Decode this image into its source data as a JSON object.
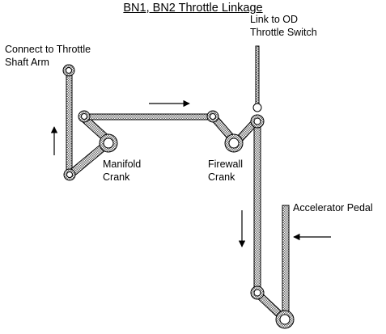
{
  "title": "BN1, BN2 Throttle Linkage",
  "labels": {
    "connect_line1": "Connect to Throttle",
    "connect_line2": "Shaft Arm",
    "link_od_line1": "Link to OD",
    "link_od_line2": "Throttle Switch",
    "manifold_line1": "Manifold",
    "manifold_line2": "Crank",
    "firewall_line1": "Firewall",
    "firewall_line2": "Crank",
    "pedal": "Accelerator Pedal"
  },
  "colors": {
    "ink": "#000000",
    "rod_fill": "#bdbdbd",
    "background": "#ffffff"
  }
}
